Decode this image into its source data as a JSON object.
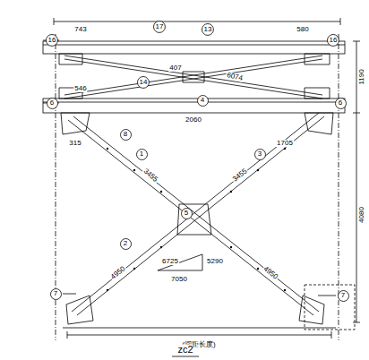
{
  "diagram": {
    "caption": "zc2",
    "nodes": [
      {
        "text": [
          "16"
        ]
      },
      {
        "text": [
          "17"
        ]
      },
      {
        "text": [
          "13"
        ]
      },
      {
        "text": [
          "16"
        ]
      },
      {
        "text": [
          "14"
        ]
      },
      {
        "text": [
          "4"
        ]
      },
      {
        "text": [
          "6"
        ]
      },
      {
        "text": [
          "6"
        ]
      },
      {
        "text": [
          "8"
        ]
      },
      {
        "text": [
          "1"
        ]
      },
      {
        "text": [
          "3"
        ]
      },
      {
        "text": [
          "5"
        ]
      },
      {
        "text": [
          "2"
        ]
      },
      {
        "text": [
          "7"
        ]
      },
      {
        "text": [
          "7"
        ]
      }
    ],
    "labels": [
      "743",
      "580",
      "407",
      "6074",
      "546",
      "2060",
      "315",
      "1705",
      "3455",
      "3455",
      "4950",
      "4950",
      "1190",
      "4080",
      "6725",
      "5290",
      "7050",
      "(间距长度)"
    ]
  }
}
